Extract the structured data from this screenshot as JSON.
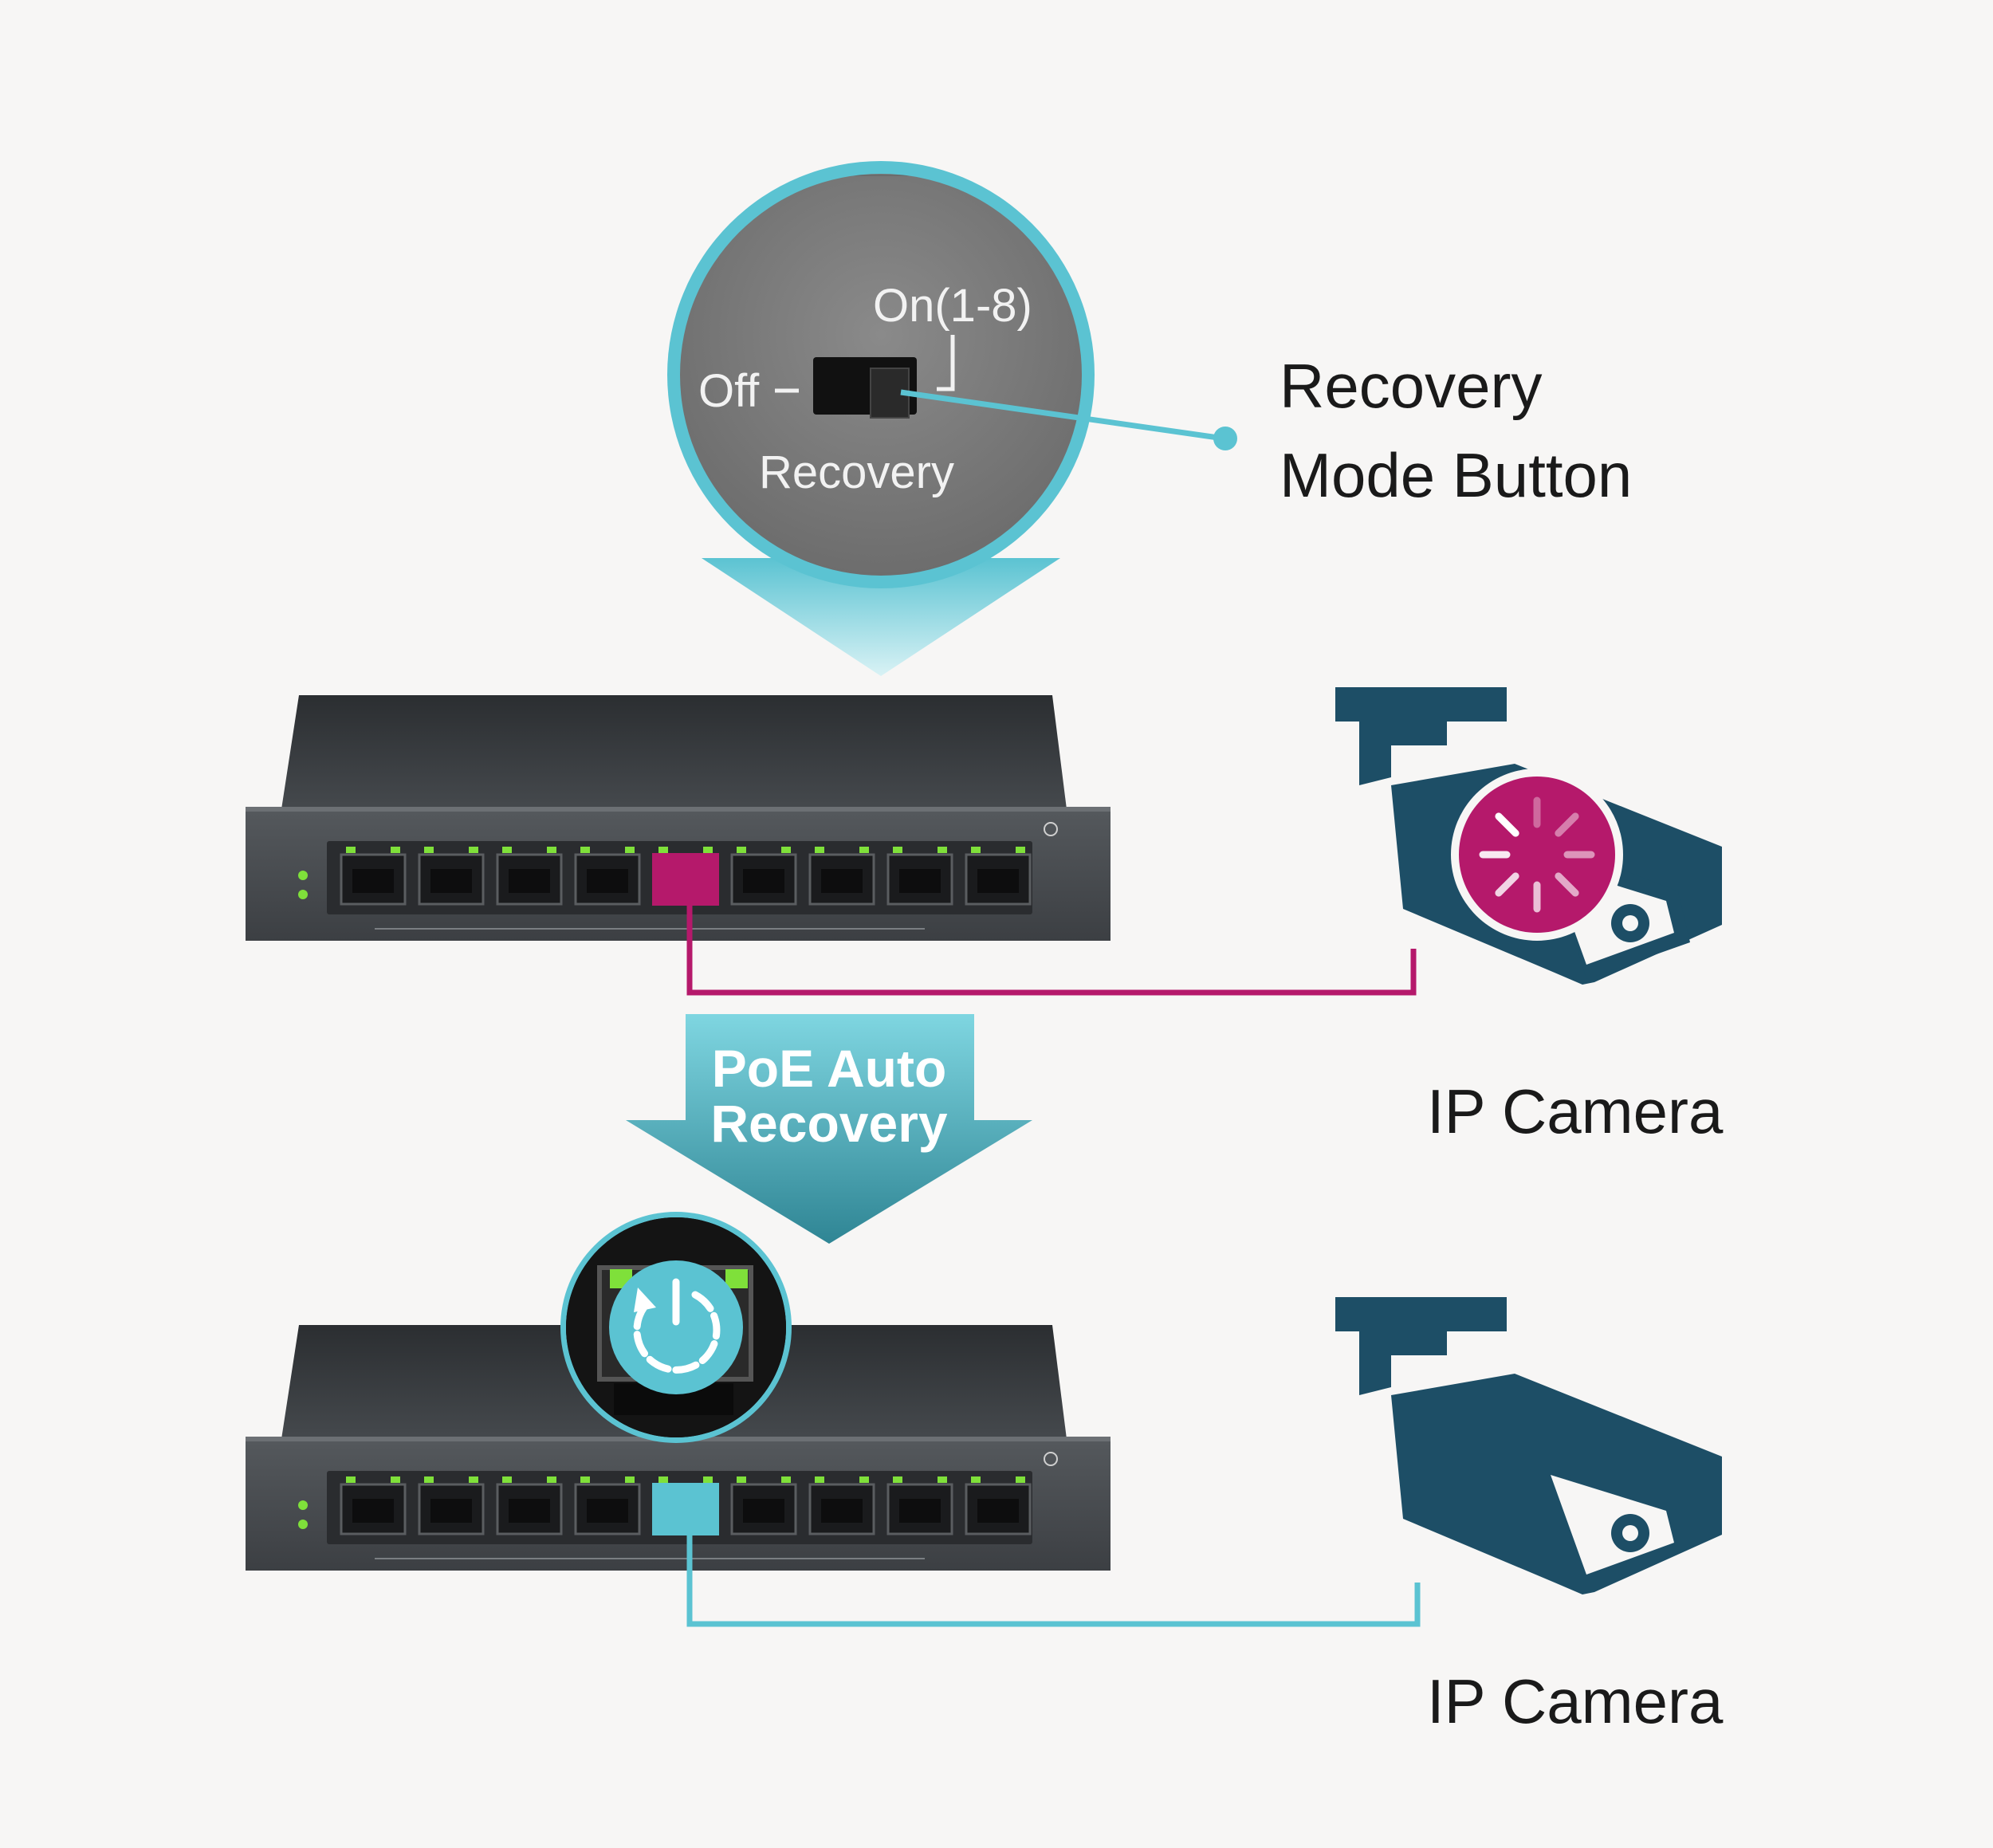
{
  "callout": {
    "switch_on_label": "On(1-8)",
    "switch_off_label": "Off",
    "switch_name": "Recovery"
  },
  "recovery_button_label": {
    "line1": "Recovery",
    "line2": "Mode Button"
  },
  "arrow": {
    "line1": "PoE Auto",
    "line2": "Recovery"
  },
  "cameras": [
    {
      "label": "IP Camera",
      "state": "loading"
    },
    {
      "label": "IP Camera",
      "state": "ok"
    }
  ],
  "switch": {
    "port_count": 9,
    "active_port": 5
  },
  "colors": {
    "background": "#f7f6f5",
    "teal": "#5bc3d2",
    "teal_dark": "#2e7f8c",
    "camera": "#1d4e66",
    "magenta": "#b5196b",
    "led": "#7fe03a",
    "switch_body": "#3a3d40"
  }
}
